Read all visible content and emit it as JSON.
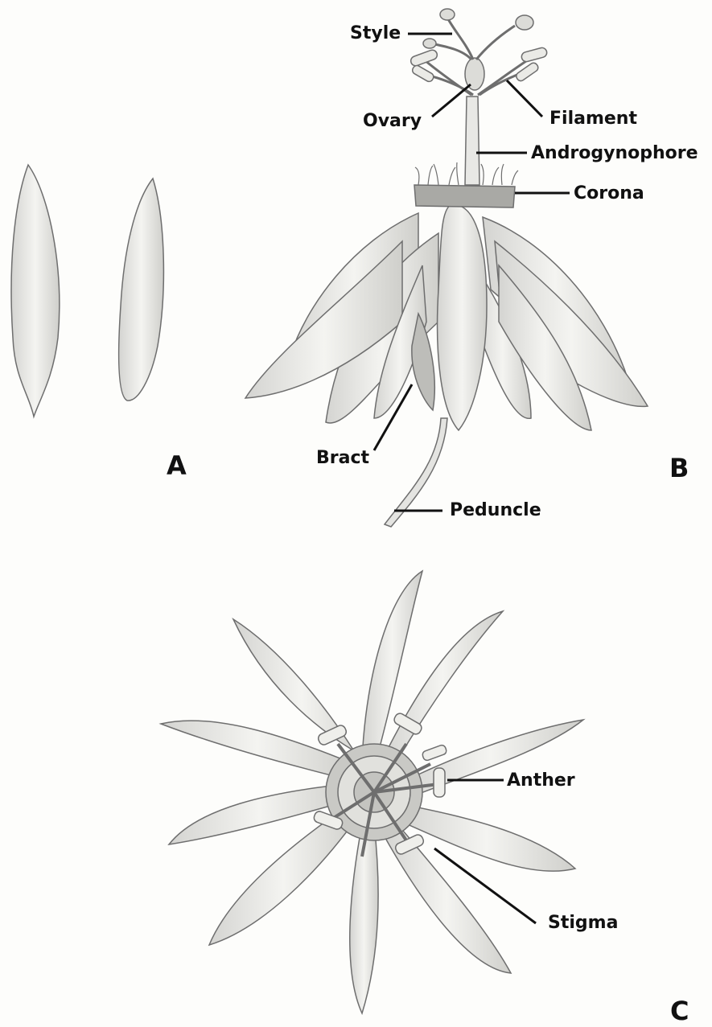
{
  "labels": {
    "style": "Style",
    "ovary": "Ovary",
    "filament": "Filament",
    "androgynophore": "Androgynophore",
    "corona": "Corona",
    "bract": "Bract",
    "peduncle": "Peduncle",
    "anther": "Anther",
    "stigma": "Stigma"
  },
  "panels": {
    "a": "A",
    "b": "B",
    "c": "C"
  },
  "colors": {
    "ink": "#111111",
    "pencil": "#6e6e6e",
    "paper": "#fdfdfb",
    "shade": "#d9d9d6"
  }
}
